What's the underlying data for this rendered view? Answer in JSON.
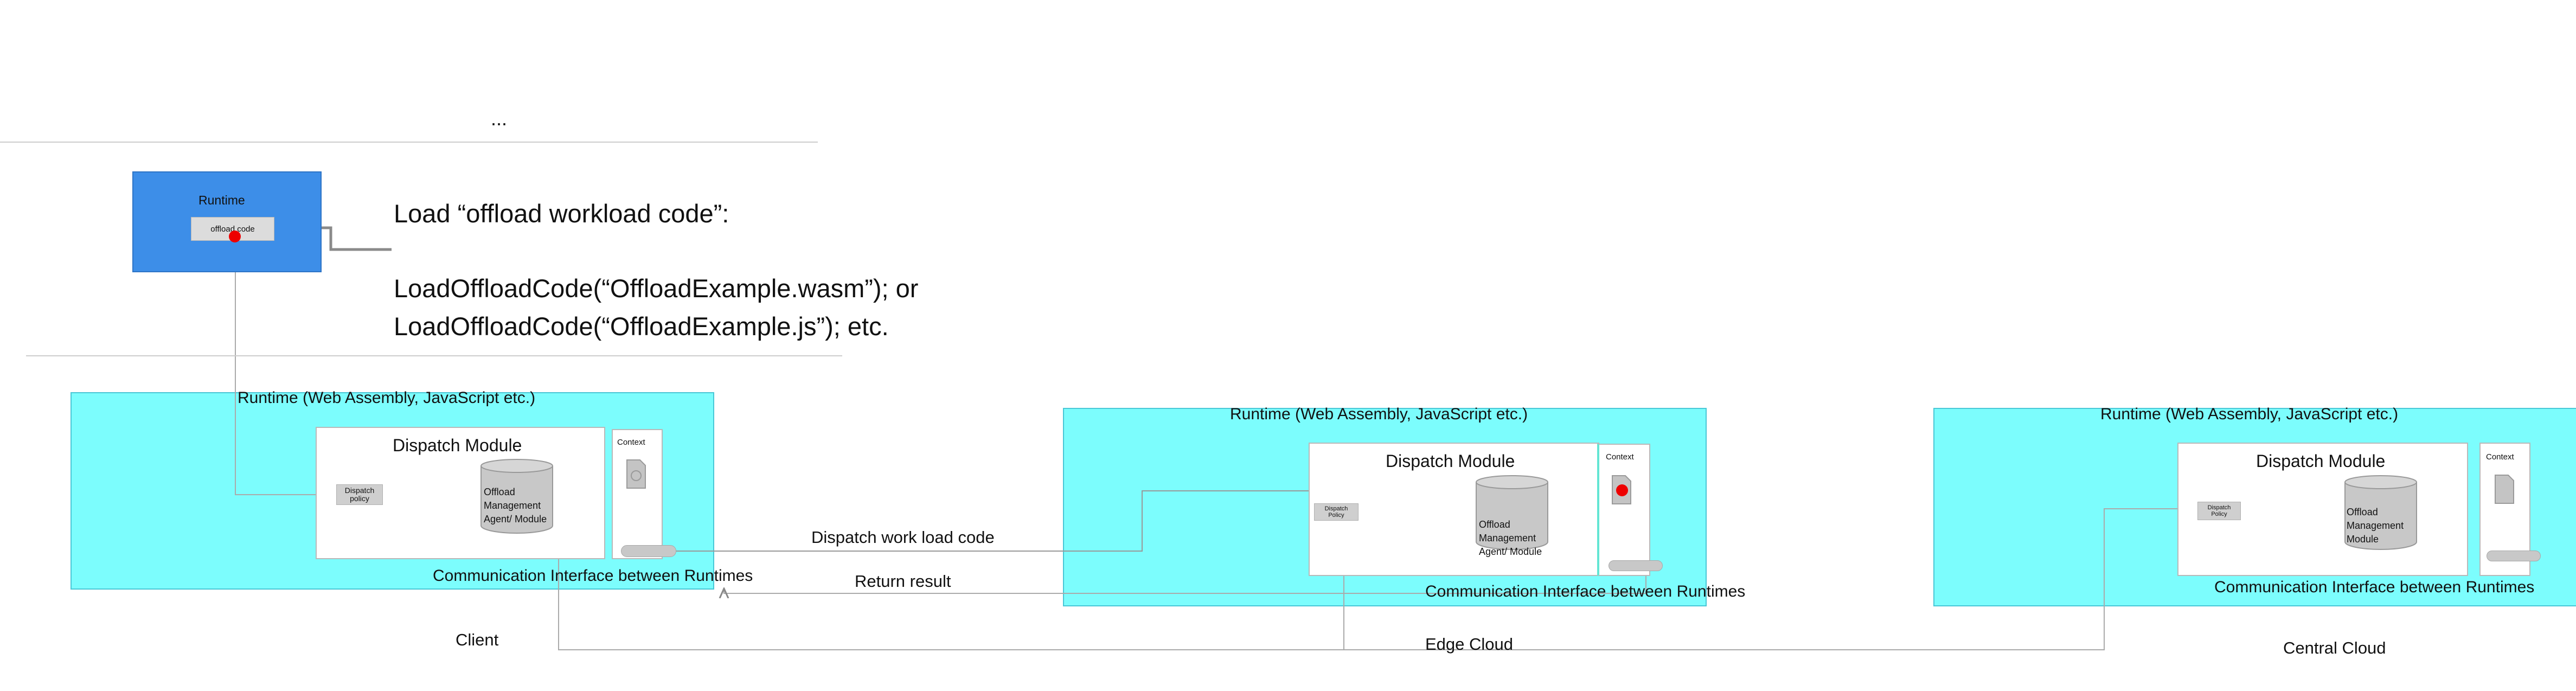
{
  "top": {
    "ellipsis": "...",
    "runtime_title": "Runtime",
    "offload_chip": "offload code"
  },
  "code_text": {
    "line1": "Load “offload workload code”:",
    "line2": "LoadOffloadCode(“OffloadExample.wasm”); or",
    "line3": "LoadOffloadCode(“OffloadExample.js”); etc."
  },
  "client": {
    "runtime_label": "Runtime (Web Assembly, JavaScript etc.)",
    "dispatch_module": "Dispatch Module",
    "dispatch_policy": "Dispatch policy",
    "cylinder_label": "Offload Management Agent/ Module",
    "context_label": "Context",
    "comm_interface": "Communication Interface between Runtimes",
    "caption": "Client"
  },
  "edge": {
    "runtime_label": "Runtime (Web Assembly, JavaScript etc.)",
    "dispatch_module": "Dispatch Module",
    "dispatch_policy": "Dispatch Policy",
    "cylinder_label": "Offload Management Agent/ Module",
    "context_label": "Context",
    "comm_interface": "Communication Interface between Runtimes",
    "caption": "Edge Cloud"
  },
  "central": {
    "runtime_label": "Runtime (Web Assembly, JavaScript etc.)",
    "dispatch_module": "Dispatch Module",
    "dispatch_policy": "Dispatch Policy",
    "cylinder_label": "Offload Management Module",
    "context_label": "Context",
    "comm_interface": "Communication Interface between Runtimes",
    "caption": "Central Cloud"
  },
  "flows": {
    "dispatch": "Dispatch work load code",
    "return": "Return result"
  },
  "colors": {
    "runtime_region": "#7cfdfd",
    "client_runtime_box": "#3d8ee8",
    "marker": "#ee0000",
    "cylinder": "#c8c8c8"
  }
}
